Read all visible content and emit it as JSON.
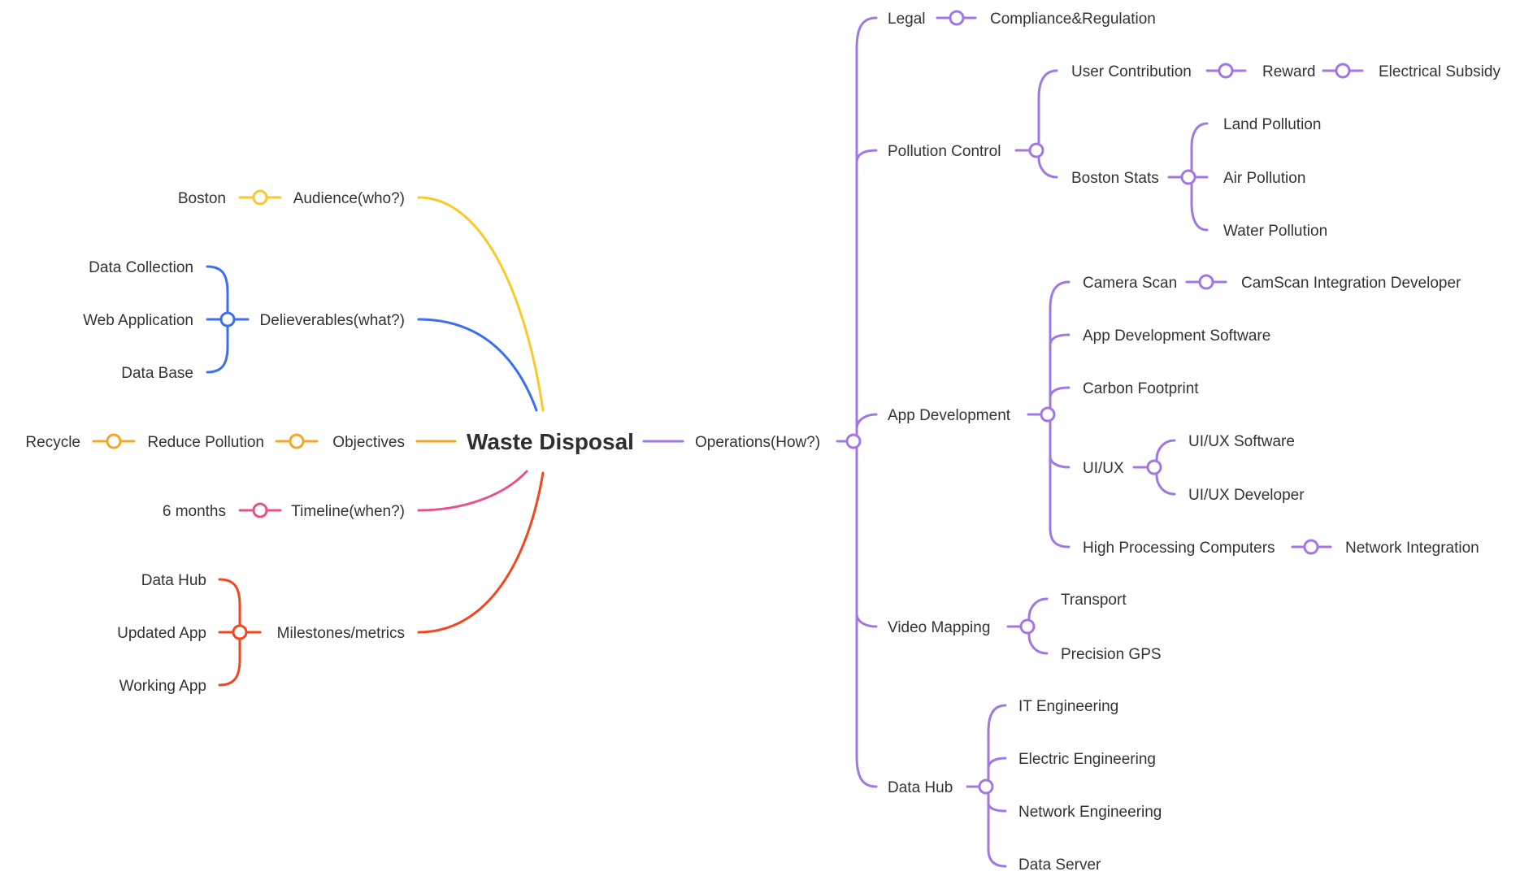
{
  "root": {
    "label": "Waste Disposal"
  },
  "colors": {
    "audience": "#F9C92B",
    "deliverables": "#3C6EF0",
    "objectives": "#F5A623",
    "timeline": "#E8508C",
    "milestones": "#F2461E",
    "operations": "#A178E3"
  },
  "left_branches": {
    "audience": {
      "label": "Audience(who?)",
      "children": [
        "Boston"
      ]
    },
    "deliverables": {
      "label": "Delieverables(what?)",
      "children": [
        "Data Collection",
        "Web Application",
        "Data Base"
      ]
    },
    "objectives": {
      "label": "Objectives",
      "child": "Reduce Pollution",
      "grandchild": "Recycle"
    },
    "timeline": {
      "label": "Timeline(when?)",
      "children": [
        "6 months"
      ]
    },
    "milestones": {
      "label": "Milestones/metrics",
      "children": [
        "Data Hub",
        "Updated App",
        "Working App"
      ]
    }
  },
  "operations": {
    "label": "Operations(How?)",
    "legal": {
      "label": "Legal",
      "child": "Compliance&Regulation"
    },
    "pollution_control": {
      "label": "Pollution Control",
      "user_contribution": {
        "label": "User Contribution",
        "reward": "Reward",
        "subsidy": "Electrical Subsidy"
      },
      "boston_stats": {
        "label": "Boston Stats",
        "children": [
          "Land Pollution",
          "Air Pollution",
          "Water Pollution"
        ]
      }
    },
    "app_development": {
      "label": "App Development",
      "camera_scan": {
        "label": "Camera Scan",
        "child": "CamScan Integration Developer"
      },
      "app_dev_software": "App Development Software",
      "carbon_footprint": "Carbon Footprint",
      "uiux": {
        "label": "UI/UX",
        "children": [
          "UI/UX Software",
          "UI/UX Developer"
        ]
      },
      "high_processing": {
        "label": "High Processing Computers",
        "child": "Network Integration"
      }
    },
    "video_mapping": {
      "label": "Video Mapping",
      "children": [
        "Transport",
        "Precision GPS"
      ]
    },
    "data_hub": {
      "label": "Data Hub",
      "children": [
        "IT Engineering",
        "Electric Engineering",
        "Network Engineering",
        "Data Server"
      ]
    }
  }
}
